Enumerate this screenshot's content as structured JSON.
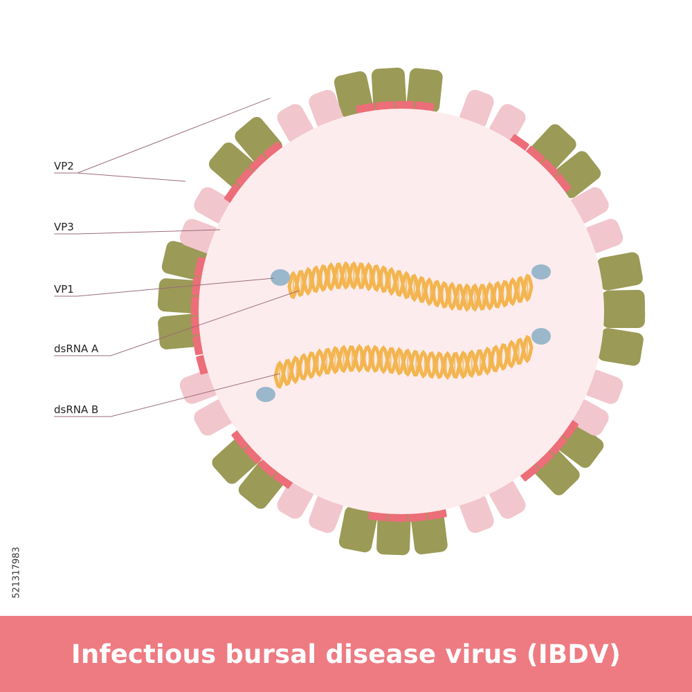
{
  "labels": {
    "vp2": "VP2",
    "vp3": "VP3",
    "vp1": "VP1",
    "dsrna_a": "dsRNA A",
    "dsrna_b": "dsRNA B"
  },
  "title": "Infectious bursal disease virus (IBDV)",
  "stock_id": "521317983",
  "colors": {
    "vp2": "#9b9a57",
    "vp2_dark": "#8a8a4c",
    "vp3": "#ec6e79",
    "pentamer": "#f2c6cd",
    "core": "#fdeced",
    "rna": "#f3b550",
    "vp1": "#9bb7cc",
    "banner": "#ee7b82",
    "leader": "#9a6a78"
  }
}
